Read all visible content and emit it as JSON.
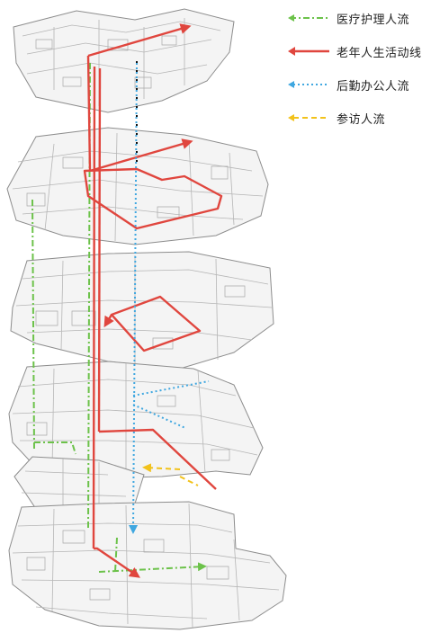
{
  "legend": [
    {
      "label": "医疗护理人流",
      "color": "#6cc24a",
      "style": "dash-dot"
    },
    {
      "label": "老年人生活动线",
      "color": "#e0463e",
      "style": "solid"
    },
    {
      "label": "后勤办公人流",
      "color": "#3fa7e0",
      "style": "dotted"
    },
    {
      "label": "参访人流",
      "color": "#f2c21b",
      "style": "dashed"
    }
  ],
  "floors_shown": 6,
  "colors": {
    "plan_line": "#8d8d8d",
    "plan_fill": "#f4f4f4"
  }
}
